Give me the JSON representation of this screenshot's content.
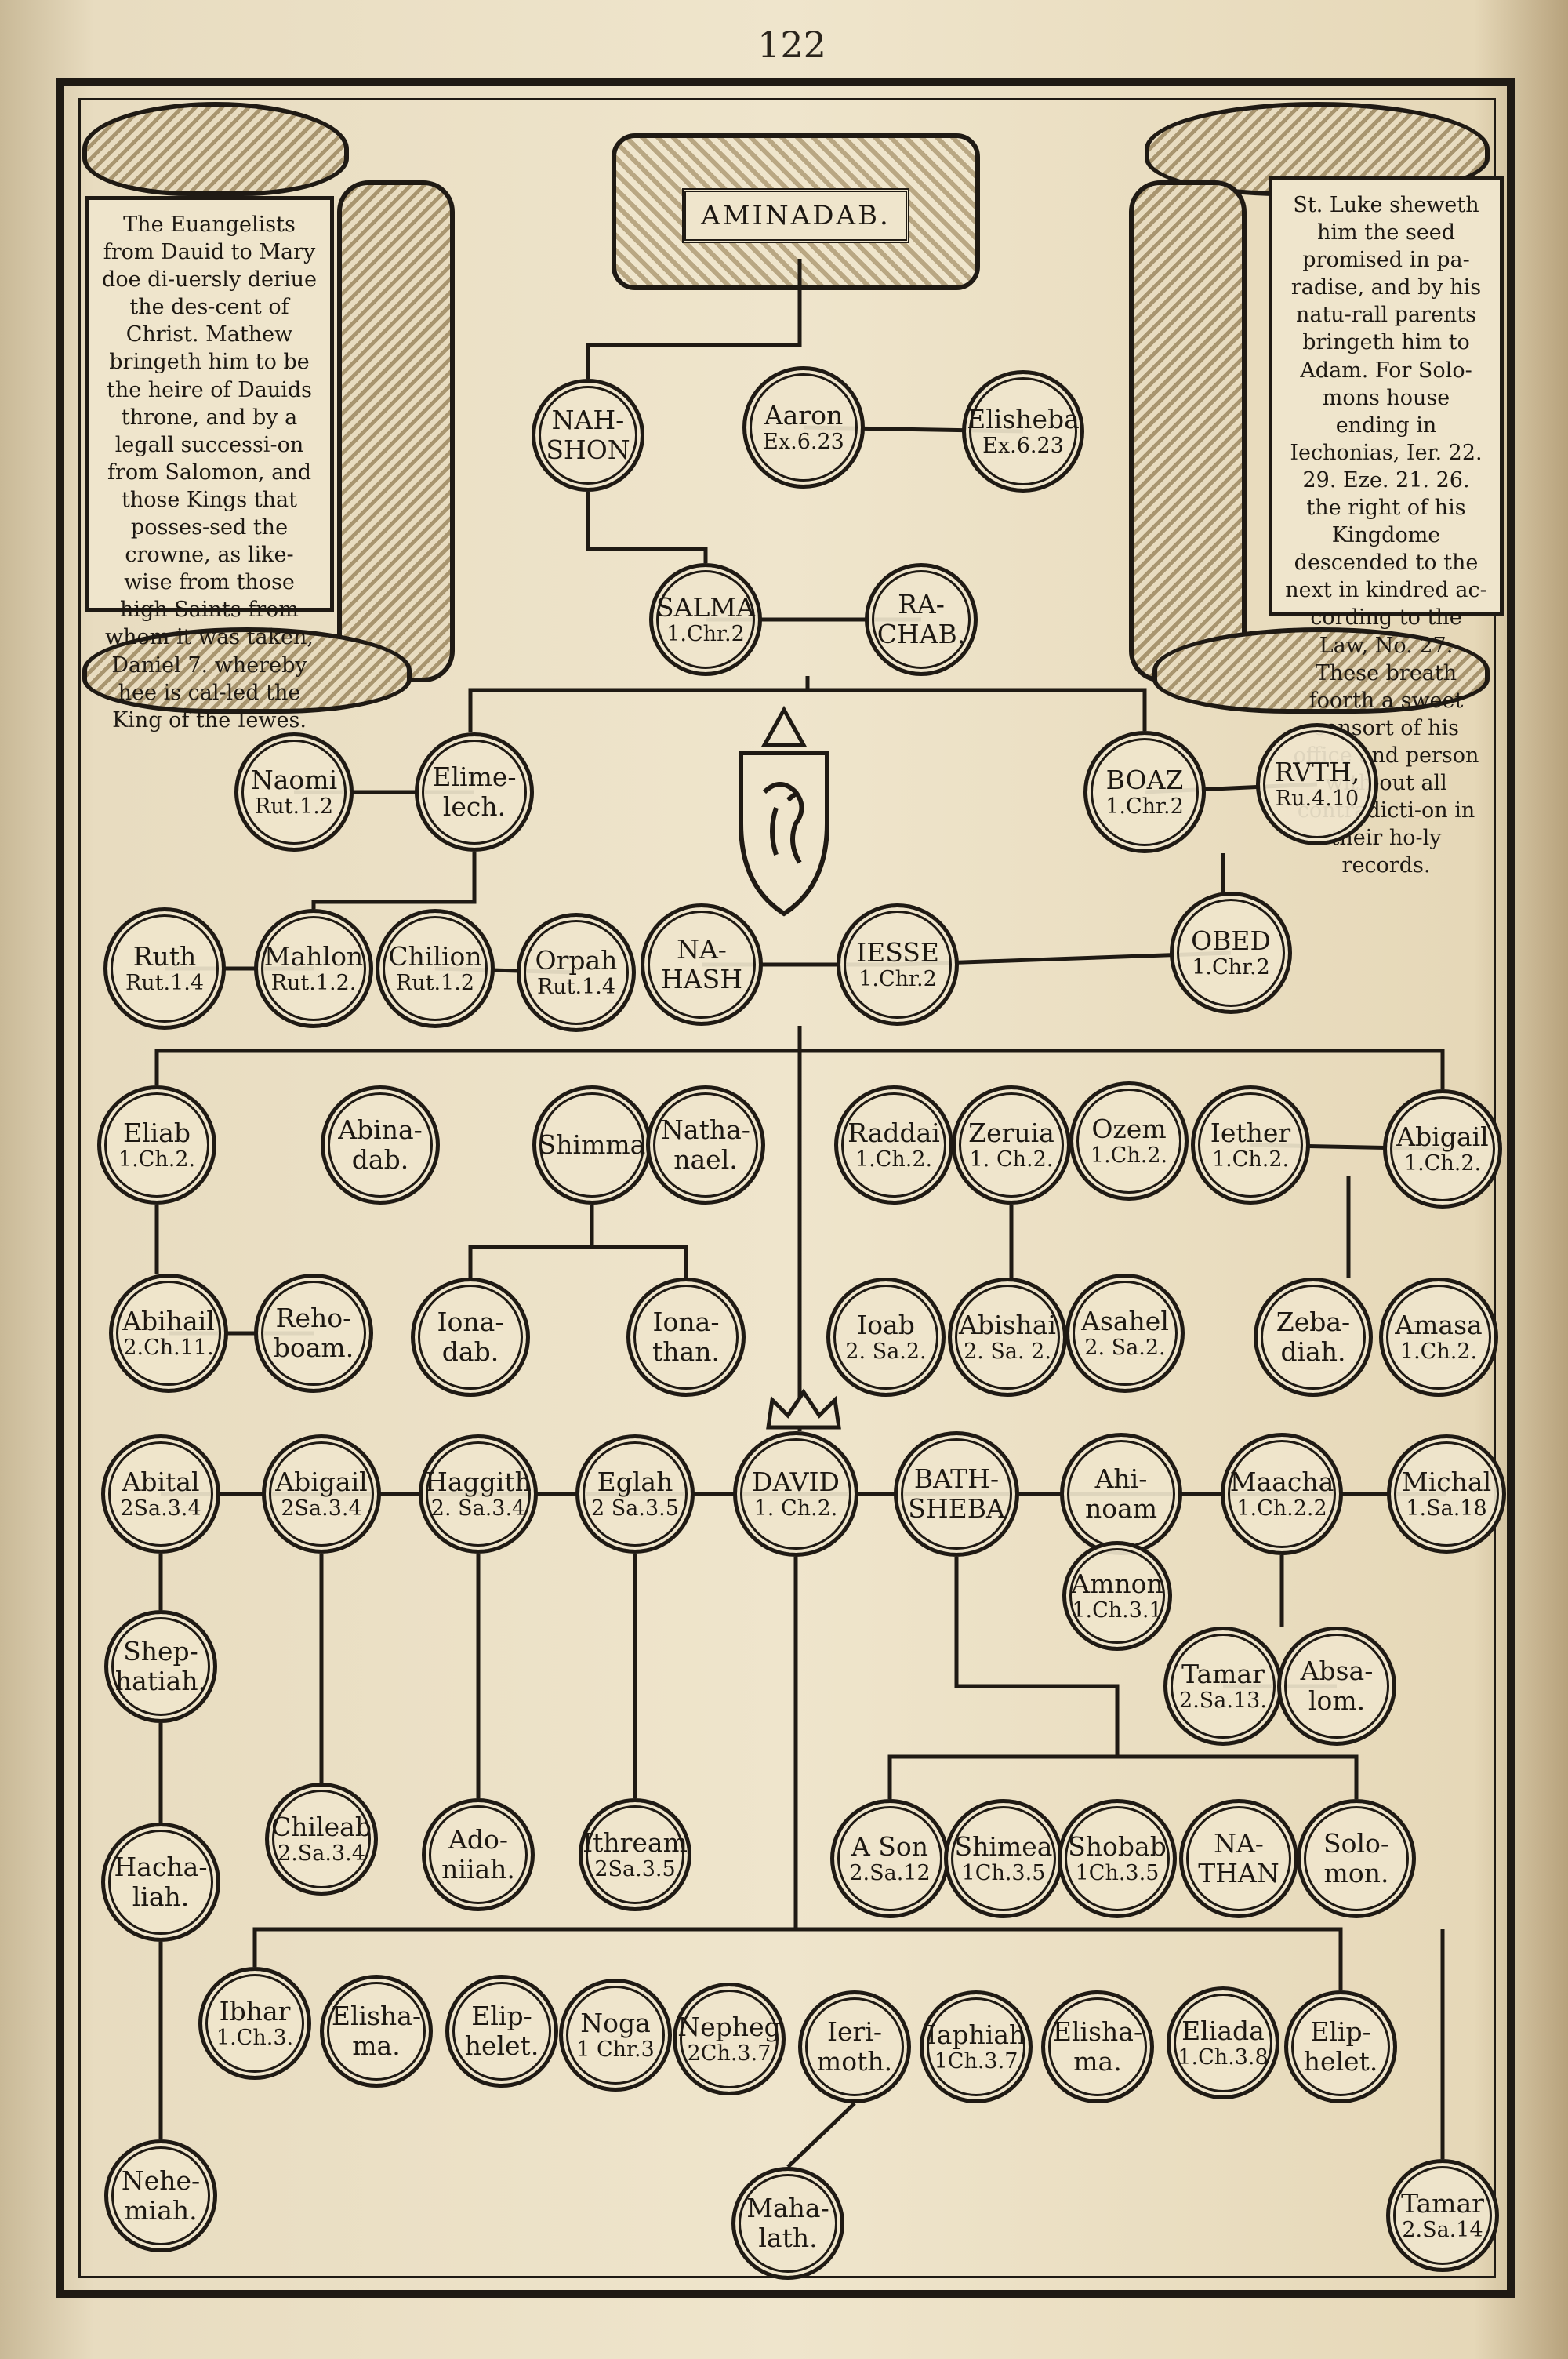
{
  "page_number": "122",
  "title": "AMINADAB.",
  "left_text": "The Euangelists from Dauid to Mary doe di-uersly deriue the des-cent of Christ. Mathew bringeth him to be the heire of Dauids throne, and by a legall successi-on from Salomon, and those Kings that posses-sed the crowne, as like-wise from those high Saints from whom it was taken, Daniel 7. whereby hee is cal-led the King of the Iewes.",
  "right_text": "St. Luke sheweth him the seed promised in pa-radise, and by his natu-rall parents bringeth him to Adam. For Solo-mons house ending in Iechonias, Ier. 22. 29. Eze. 21. 26. the right of his Kingdome descended to the next in kindred ac-cording to the Law, No. 27. These breath foorth a sweet consort of his office and person with-out all contradicti-on in their ho-ly records.",
  "nodes": [
    {
      "id": "nahshon",
      "name": "NAH-SHON",
      "ref": ""
    },
    {
      "id": "aaron",
      "name": "Aaron",
      "ref": "Ex.6.23"
    },
    {
      "id": "elisheba",
      "name": "Elisheba",
      "ref": "Ex.6.23"
    },
    {
      "id": "salma",
      "name": "SALMA",
      "ref": "1.Chr.2"
    },
    {
      "id": "rachab",
      "name": "RA-CHAB.",
      "ref": ""
    },
    {
      "id": "naomi",
      "name": "Naomi",
      "ref": "Rut.1.2"
    },
    {
      "id": "elimelech",
      "name": "Elime-lech.",
      "ref": ""
    },
    {
      "id": "boaz",
      "name": "BOAZ",
      "ref": "1.Chr.2"
    },
    {
      "id": "ruth_top",
      "name": "RVTH,",
      "ref": "Ru.4.10"
    },
    {
      "id": "ruth",
      "name": "Ruth",
      "ref": "Rut.1.4"
    },
    {
      "id": "mahlon",
      "name": "Mahlon",
      "ref": "Rut.1.2."
    },
    {
      "id": "chilion",
      "name": "Chilion",
      "ref": "Rut.1.2"
    },
    {
      "id": "orpah",
      "name": "Orpah",
      "ref": "Rut.1.4"
    },
    {
      "id": "nahash",
      "name": "NA-HASH",
      "ref": ""
    },
    {
      "id": "iesse",
      "name": "IESSE",
      "ref": "1.Chr.2"
    },
    {
      "id": "obed",
      "name": "OBED",
      "ref": "1.Chr.2"
    },
    {
      "id": "eliab",
      "name": "Eliab",
      "ref": "1.Ch.2."
    },
    {
      "id": "abinadab",
      "name": "Abina-dab.",
      "ref": ""
    },
    {
      "id": "shimma",
      "name": "Shimma",
      "ref": ""
    },
    {
      "id": "nathanael",
      "name": "Natha-nael.",
      "ref": ""
    },
    {
      "id": "raddai",
      "name": "Raddai",
      "ref": "1.Ch.2."
    },
    {
      "id": "zeruia",
      "name": "Zeruia",
      "ref": "1. Ch.2."
    },
    {
      "id": "ozem",
      "name": "Ozem",
      "ref": "1.Ch.2."
    },
    {
      "id": "iether",
      "name": "Iether",
      "ref": "1.Ch.2."
    },
    {
      "id": "abigail_top",
      "name": "Abigail",
      "ref": "1.Ch.2."
    },
    {
      "id": "abihail",
      "name": "Abihail",
      "ref": "2.Ch.11."
    },
    {
      "id": "rehoboam",
      "name": "Reho-boam.",
      "ref": ""
    },
    {
      "id": "ionadab",
      "name": "Iona-dab.",
      "ref": ""
    },
    {
      "id": "ionathan",
      "name": "Iona-than.",
      "ref": ""
    },
    {
      "id": "ioab",
      "name": "Ioab",
      "ref": "2. Sa.2."
    },
    {
      "id": "abishai",
      "name": "Abishai",
      "ref": "2. Sa. 2."
    },
    {
      "id": "asahel",
      "name": "Asahel",
      "ref": "2. Sa.2."
    },
    {
      "id": "zebadiah",
      "name": "Zeba-diah.",
      "ref": ""
    },
    {
      "id": "amasa",
      "name": "Amasa",
      "ref": "1.Ch.2."
    },
    {
      "id": "abital",
      "name": "Abital",
      "ref": "2Sa.3.4"
    },
    {
      "id": "abigail",
      "name": "Abigail",
      "ref": "2Sa.3.4"
    },
    {
      "id": "haggith",
      "name": "Haggith",
      "ref": "2. Sa.3.4"
    },
    {
      "id": "eglah",
      "name": "Eglah",
      "ref": "2 Sa.3.5"
    },
    {
      "id": "david",
      "name": "DAVID",
      "ref": "1. Ch.2."
    },
    {
      "id": "bathsheba",
      "name": "BATH-SHEBA",
      "ref": ""
    },
    {
      "id": "ahinoam",
      "name": "Ahi-noam",
      "ref": ""
    },
    {
      "id": "maacha",
      "name": "Maacha",
      "ref": "1.Ch.2.2"
    },
    {
      "id": "michal",
      "name": "Michal",
      "ref": "1.Sa.18"
    },
    {
      "id": "amnon",
      "name": "Amnon",
      "ref": "1.Ch.3.1"
    },
    {
      "id": "tamar_mid",
      "name": "Tamar",
      "ref": "2.Sa.13."
    },
    {
      "id": "absalom",
      "name": "Absa-lom.",
      "ref": ""
    },
    {
      "id": "shephatiah",
      "name": "Shep-hatiah.",
      "ref": ""
    },
    {
      "id": "hachaliah",
      "name": "Hacha-liah.",
      "ref": ""
    },
    {
      "id": "chileab",
      "name": "Chileab",
      "ref": "2.Sa.3.4"
    },
    {
      "id": "adoniiah",
      "name": "Ado-niiah.",
      "ref": ""
    },
    {
      "id": "ithream",
      "name": "Ithream",
      "ref": "2Sa.3.5"
    },
    {
      "id": "ason",
      "name": "A Son",
      "ref": "2.Sa.12"
    },
    {
      "id": "shimea",
      "name": "Shimea",
      "ref": "1Ch.3.5"
    },
    {
      "id": "shobab",
      "name": "Shobab",
      "ref": "1Ch.3.5"
    },
    {
      "id": "nathan",
      "name": "NA-THAN",
      "ref": ""
    },
    {
      "id": "solomon",
      "name": "Solo-mon.",
      "ref": ""
    },
    {
      "id": "ibhar",
      "name": "Ibhar",
      "ref": "1.Ch.3."
    },
    {
      "id": "elishama1",
      "name": "Elisha-ma.",
      "ref": ""
    },
    {
      "id": "eliphelet1",
      "name": "Elip-helet.",
      "ref": ""
    },
    {
      "id": "noga",
      "name": "Noga",
      "ref": "1 Chr.3"
    },
    {
      "id": "nepheg",
      "name": "Nepheg",
      "ref": "2Ch.3.7"
    },
    {
      "id": "ierimoth",
      "name": "Ieri-moth.",
      "ref": ""
    },
    {
      "id": "iaphiah",
      "name": "Iaphiah",
      "ref": "1Ch.3.7"
    },
    {
      "id": "elishama2",
      "name": "Elisha-ma.",
      "ref": ""
    },
    {
      "id": "eliada",
      "name": "Eliada",
      "ref": "1.Ch.3.8"
    },
    {
      "id": "eliphelet2",
      "name": "Elip-helet.",
      "ref": ""
    },
    {
      "id": "nehemiah",
      "name": "Nehe-miah.",
      "ref": ""
    },
    {
      "id": "mahalath",
      "name": "Maha-lath.",
      "ref": ""
    },
    {
      "id": "tamar_low",
      "name": "Tamar",
      "ref": "2.Sa.14"
    }
  ]
}
